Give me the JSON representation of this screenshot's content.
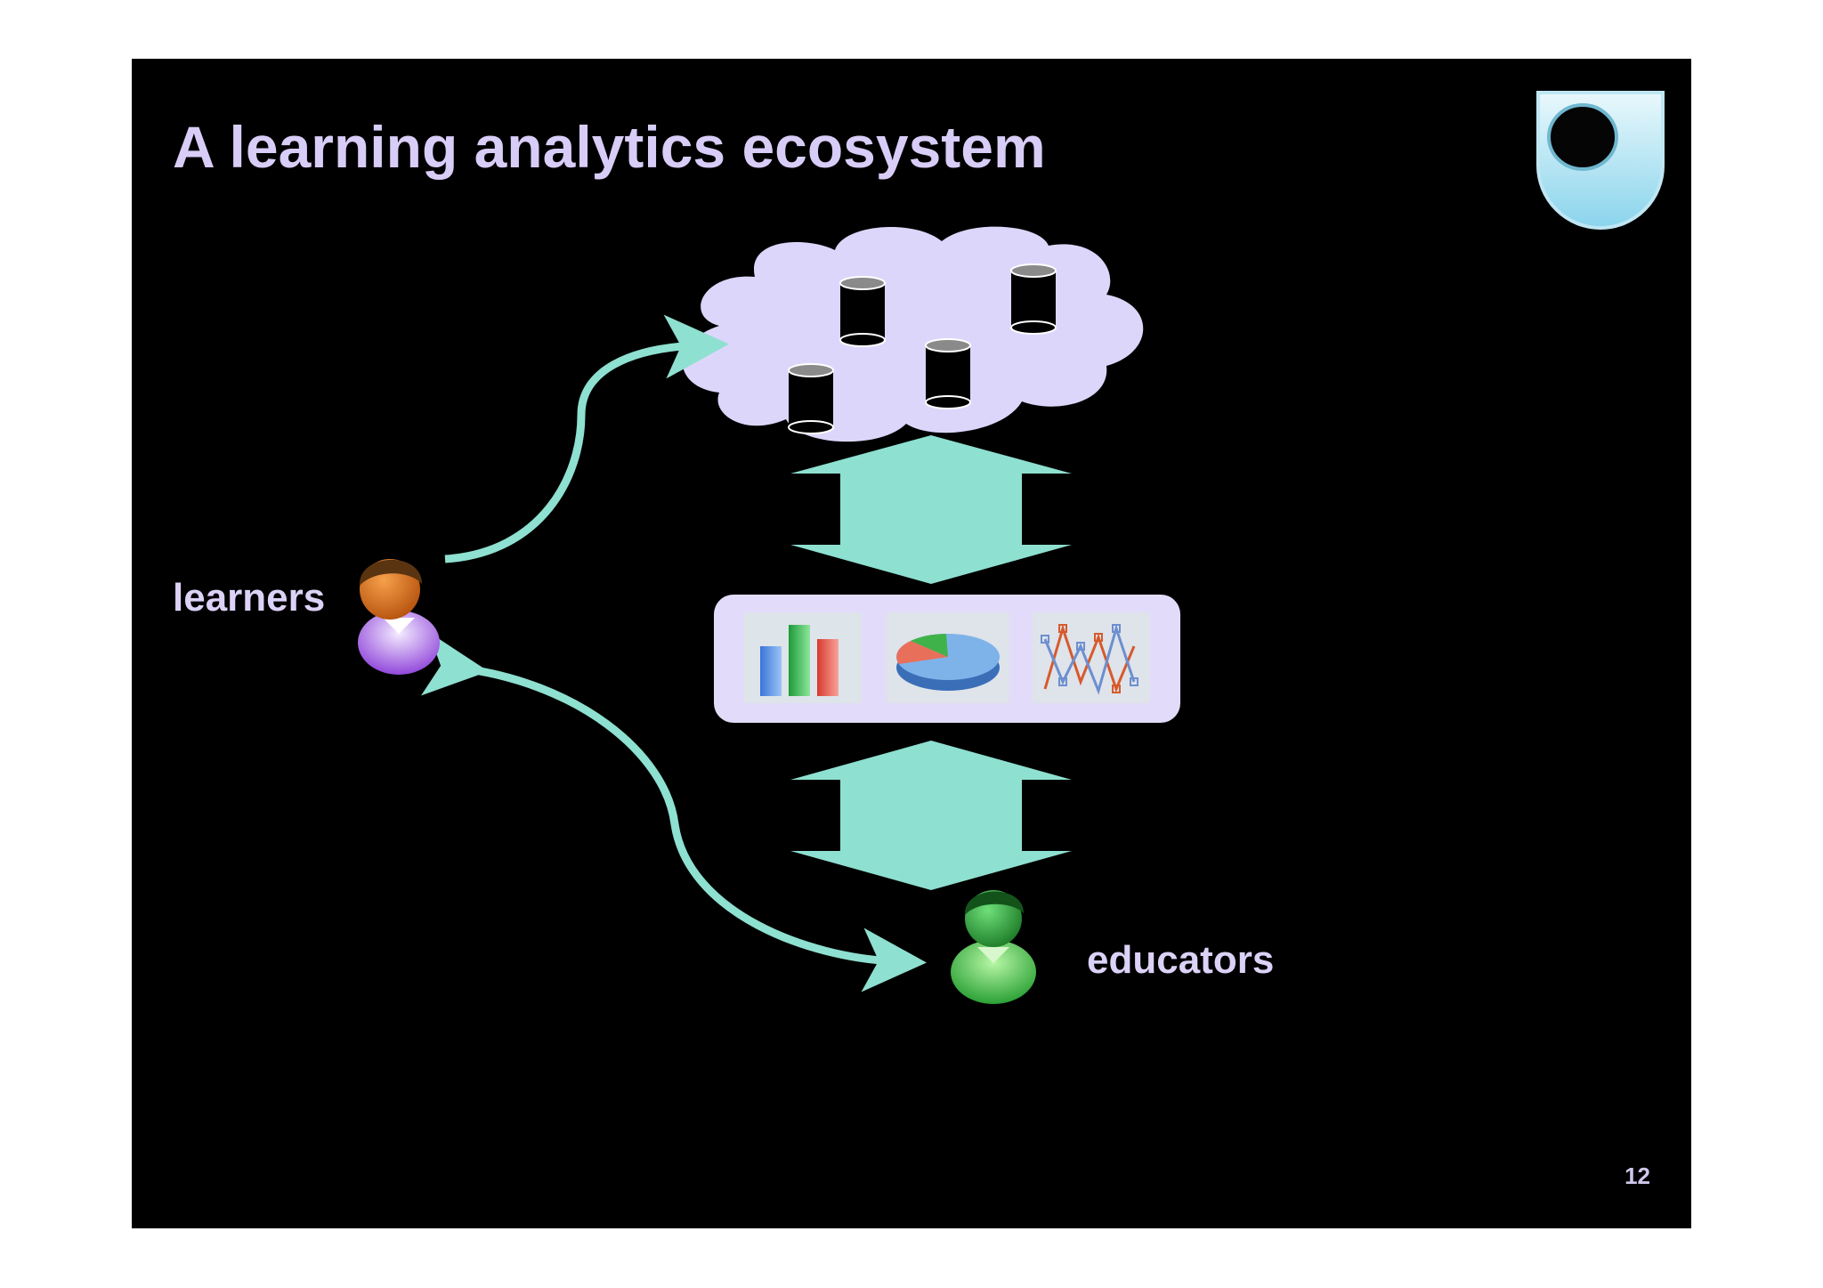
{
  "slide": {
    "title": "A learning analytics ecosystem",
    "page_number": "12"
  },
  "labels": {
    "learners": "learners",
    "educators": "educators"
  },
  "colors": {
    "slide_background": "#000000",
    "title_text": "#d8cdf7",
    "arrows": "#8ee0d0",
    "cloud": "#ddd6fb",
    "analytics_panel": "#e2dcfa"
  },
  "icons": {
    "logo": "open-university-logo",
    "cloud": "cloud-icon",
    "databases": [
      "database-icon",
      "database-icon",
      "database-icon",
      "database-icon"
    ],
    "analytics": [
      "bar-chart-icon",
      "pie-chart-icon",
      "line-chart-icon"
    ],
    "learner": "person-icon",
    "educator": "person-icon"
  }
}
